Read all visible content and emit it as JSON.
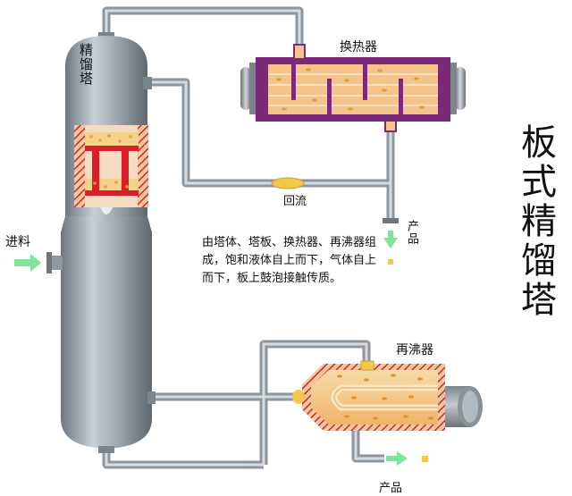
{
  "labels": {
    "tower": "精馏塔",
    "heat_exchanger": "换热器",
    "reflux": "回流",
    "product_top": "产品",
    "feed": "进料",
    "description": "由塔体、塔板、换热器、再沸器组成，饱和液体自上而下，气体自上而下，板上鼓泡接触传质。",
    "big_title": "板式精馏塔",
    "reboiler": "再沸器",
    "product_bottom": "产品"
  },
  "colors": {
    "column_body": "#9aa3ab",
    "pipe": "#a8b0b8",
    "exchanger_frame": "#7a2a78",
    "exchanger_fill": "#f4c48a",
    "tray_red": "#d8202a",
    "liquid": "#f4d28c",
    "flow_arrow": "#7fe39a"
  }
}
